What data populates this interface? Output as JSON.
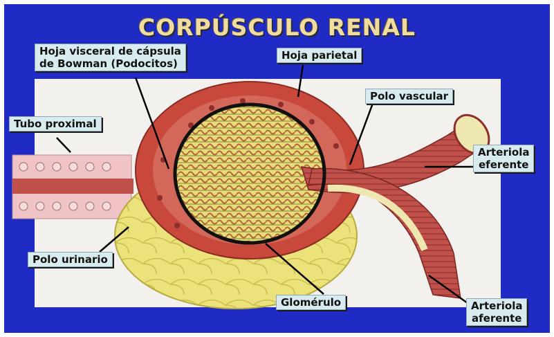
{
  "title": "CORPÚSCULO RENAL",
  "labels": {
    "hoja_visceral_l1": "Hoja visceral de cápsula",
    "hoja_visceral_l2": "de Bowman (Podocitos)",
    "hoja_parietal": "Hoja parietal",
    "polo_vascular": "Polo vascular",
    "tubo_proximal": "Tubo proximal",
    "arteriola_eferente_l1": "Arteriola",
    "arteriola_eferente_l2": "eferente",
    "polo_urinario": "Polo urinario",
    "glomerulo": "Glomérulo",
    "arteriola_aferente_l1": "Arteriola",
    "arteriola_aferente_l2": "aferente"
  },
  "colors": {
    "background": "#1f2bc4",
    "title": "#f1dca0",
    "label_box": "#d8ecf0",
    "capsule": "#c8493c",
    "glomerulus_yellow": "#e8df7a",
    "tubule": "#f0c4c6"
  }
}
